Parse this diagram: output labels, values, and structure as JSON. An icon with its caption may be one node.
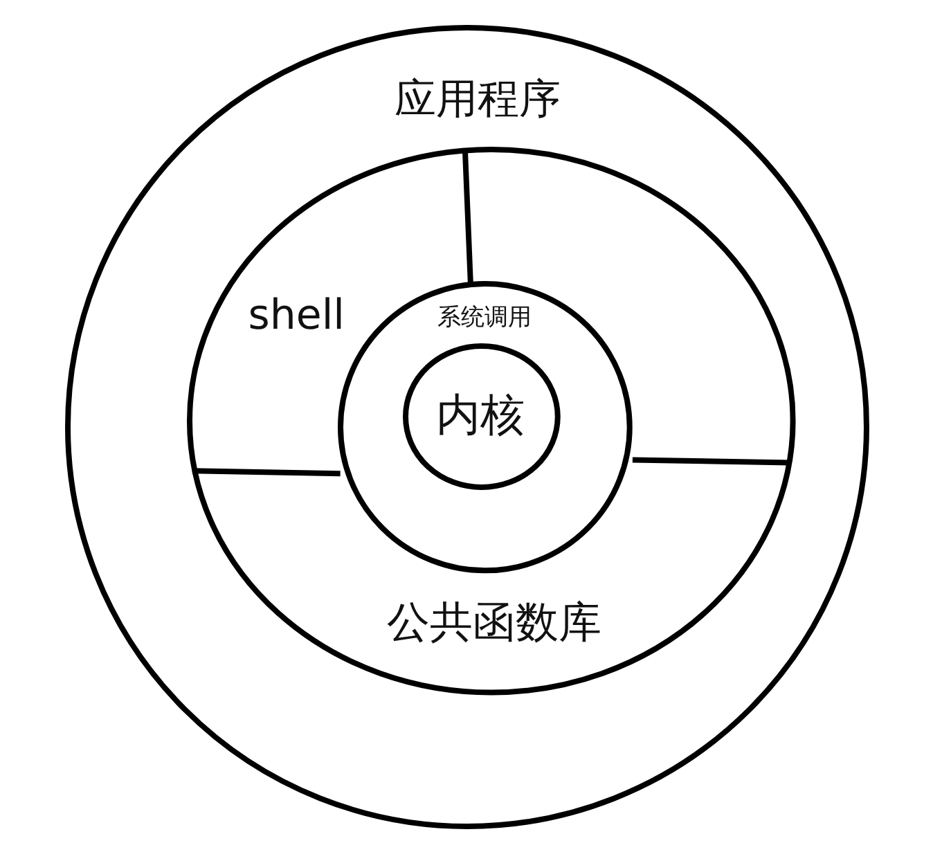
{
  "diagram": {
    "nodes": [
      {
        "text": [
          "应用程序"
        ]
      },
      {
        "text": [
          "shell",
          "公共函数库"
        ],
        "in": 0
      },
      {
        "text": [
          "系统调用"
        ],
        "in": 1
      },
      {
        "text": [
          "内核"
        ],
        "in": 2
      }
    ]
  }
}
